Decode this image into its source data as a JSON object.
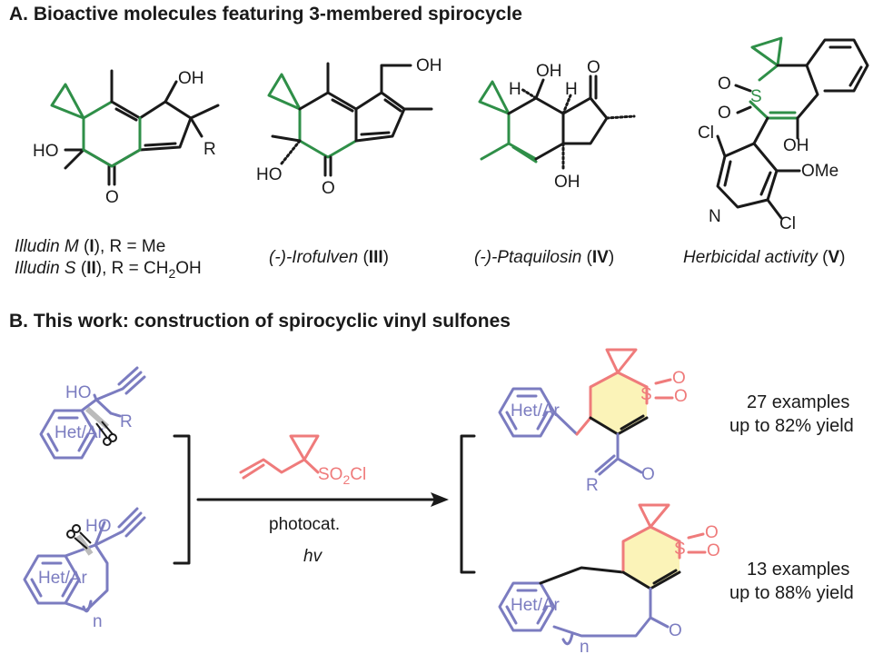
{
  "section_a": {
    "title": "A. Bioactive molecules featuring 3-membered spirocycle",
    "molecules": [
      {
        "atom_labels": {
          "oh_top": "OH",
          "ho_left": "HO",
          "r": "R",
          "o": "O"
        },
        "caption_line1": {
          "name": "Illudin M",
          "open": " (",
          "num": "I",
          "close": "), R = Me"
        },
        "caption_line2": {
          "name": "Illudin S",
          "open": " (",
          "num": "II",
          "close": "), R = CH",
          "sub": "2",
          "tail": "OH"
        }
      },
      {
        "atom_labels": {
          "oh_top": "OH",
          "ho_left": "HO",
          "o": "O"
        },
        "caption": {
          "name": "(-)-Irofulven",
          "open": " (",
          "num": "III",
          "close": ")"
        }
      },
      {
        "atom_labels": {
          "oh_top": "OH",
          "h1": "H",
          "h2": "H",
          "o": "O",
          "oh_bottom": "OH"
        },
        "caption": {
          "name": "(-)-Ptaquilosin",
          "open": " (",
          "num": "IV",
          "close": ")"
        }
      },
      {
        "atom_labels": {
          "o1": "O",
          "s": "S",
          "o2": "O",
          "cl1": "Cl",
          "cl2": "Cl",
          "n": "N",
          "ome": "OMe",
          "oh": "OH"
        },
        "caption": {
          "name": "Herbicidal activity",
          "open": " (",
          "num": "V",
          "close": ")"
        }
      }
    ]
  },
  "section_b": {
    "title": "B. This work: construction of spirocyclic vinyl sulfones",
    "substrate1": {
      "ho": "HO",
      "r": "R",
      "ring": "Het/Ar"
    },
    "substrate2": {
      "ho": "HO",
      "ring": "Het/Ar",
      "n": "n"
    },
    "reagent": {
      "so2cl_prefix": "SO",
      "so2cl_sub": "2",
      "so2cl_suffix": "Cl"
    },
    "conditions": {
      "catalyst": "photocat.",
      "light": "hv"
    },
    "product1": {
      "ring": "Het/Ar",
      "s": "S",
      "o1": "O",
      "o2": "O",
      "r": "R",
      "o": "O"
    },
    "product2": {
      "ring": "Het/Ar",
      "s": "S",
      "o1": "O",
      "o2": "O",
      "o": "O",
      "n": "n"
    },
    "results": [
      {
        "line1": "27 examples",
        "line2": "up to 82% yield"
      },
      {
        "line1": "13 examples",
        "line2": "up to 88% yield"
      }
    ]
  },
  "colors": {
    "green": "#2f8f48",
    "blue": "#7b7cc0",
    "red": "#ef7b7b",
    "highlight": "#fbf3b8",
    "black": "#1a1a1a"
  }
}
